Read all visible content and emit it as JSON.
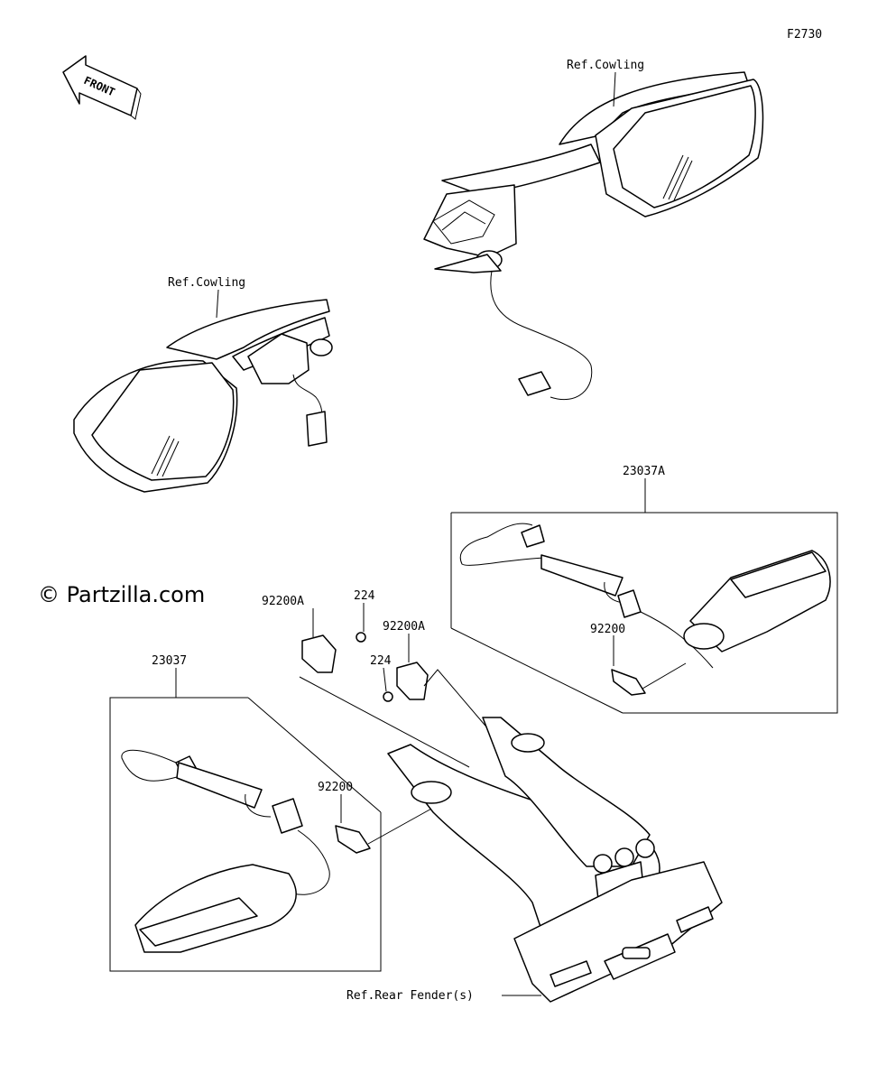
{
  "diagram_code": "F2730",
  "front_arrow": "FRONT",
  "watermark": "© Partzilla.com",
  "labels": {
    "ref_cowling_right": "Ref.Cowling",
    "ref_cowling_left": "Ref.Cowling",
    "part_23037A": "23037A",
    "part_92200_right": "92200",
    "part_92200A_left": "92200A",
    "part_224_left": "224",
    "part_92200A_right": "92200A",
    "part_224_right": "224",
    "part_23037": "23037",
    "part_92200_left": "92200",
    "ref_rear_fender": "Ref.Rear Fender(s)"
  }
}
